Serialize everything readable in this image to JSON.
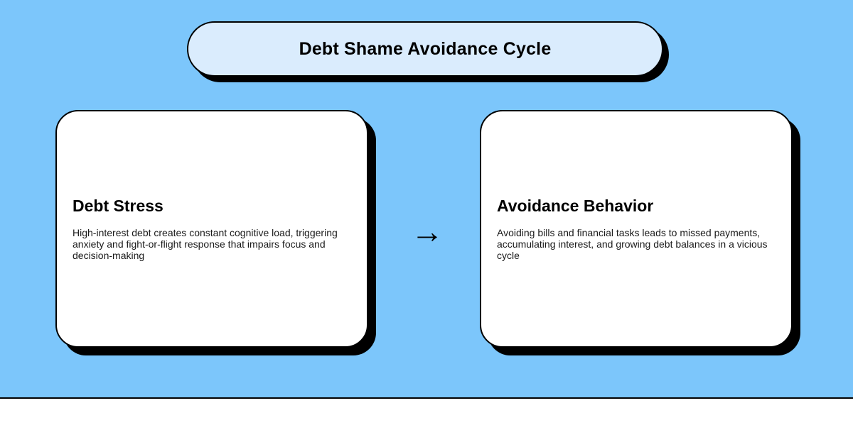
{
  "page": {
    "title": "Debt Shame Avoidance Cycle"
  },
  "colors": {
    "background": "#7cc6fb",
    "title_pill_fill": "#daecfd",
    "card_fill": "#ffffff",
    "outline_and_shadow": "#000000"
  },
  "cards": [
    {
      "title": "Debt Stress",
      "description": "High-interest debt creates constant cognitive load, triggering anxiety and fight-or-flight response that impairs focus and decision-making"
    },
    {
      "title": "Avoidance Behavior",
      "description": "Avoiding bills and financial tasks leads to missed payments, accumulating interest, and growing debt balances in a vicious cycle"
    }
  ],
  "arrow": {
    "glyph": "→"
  }
}
